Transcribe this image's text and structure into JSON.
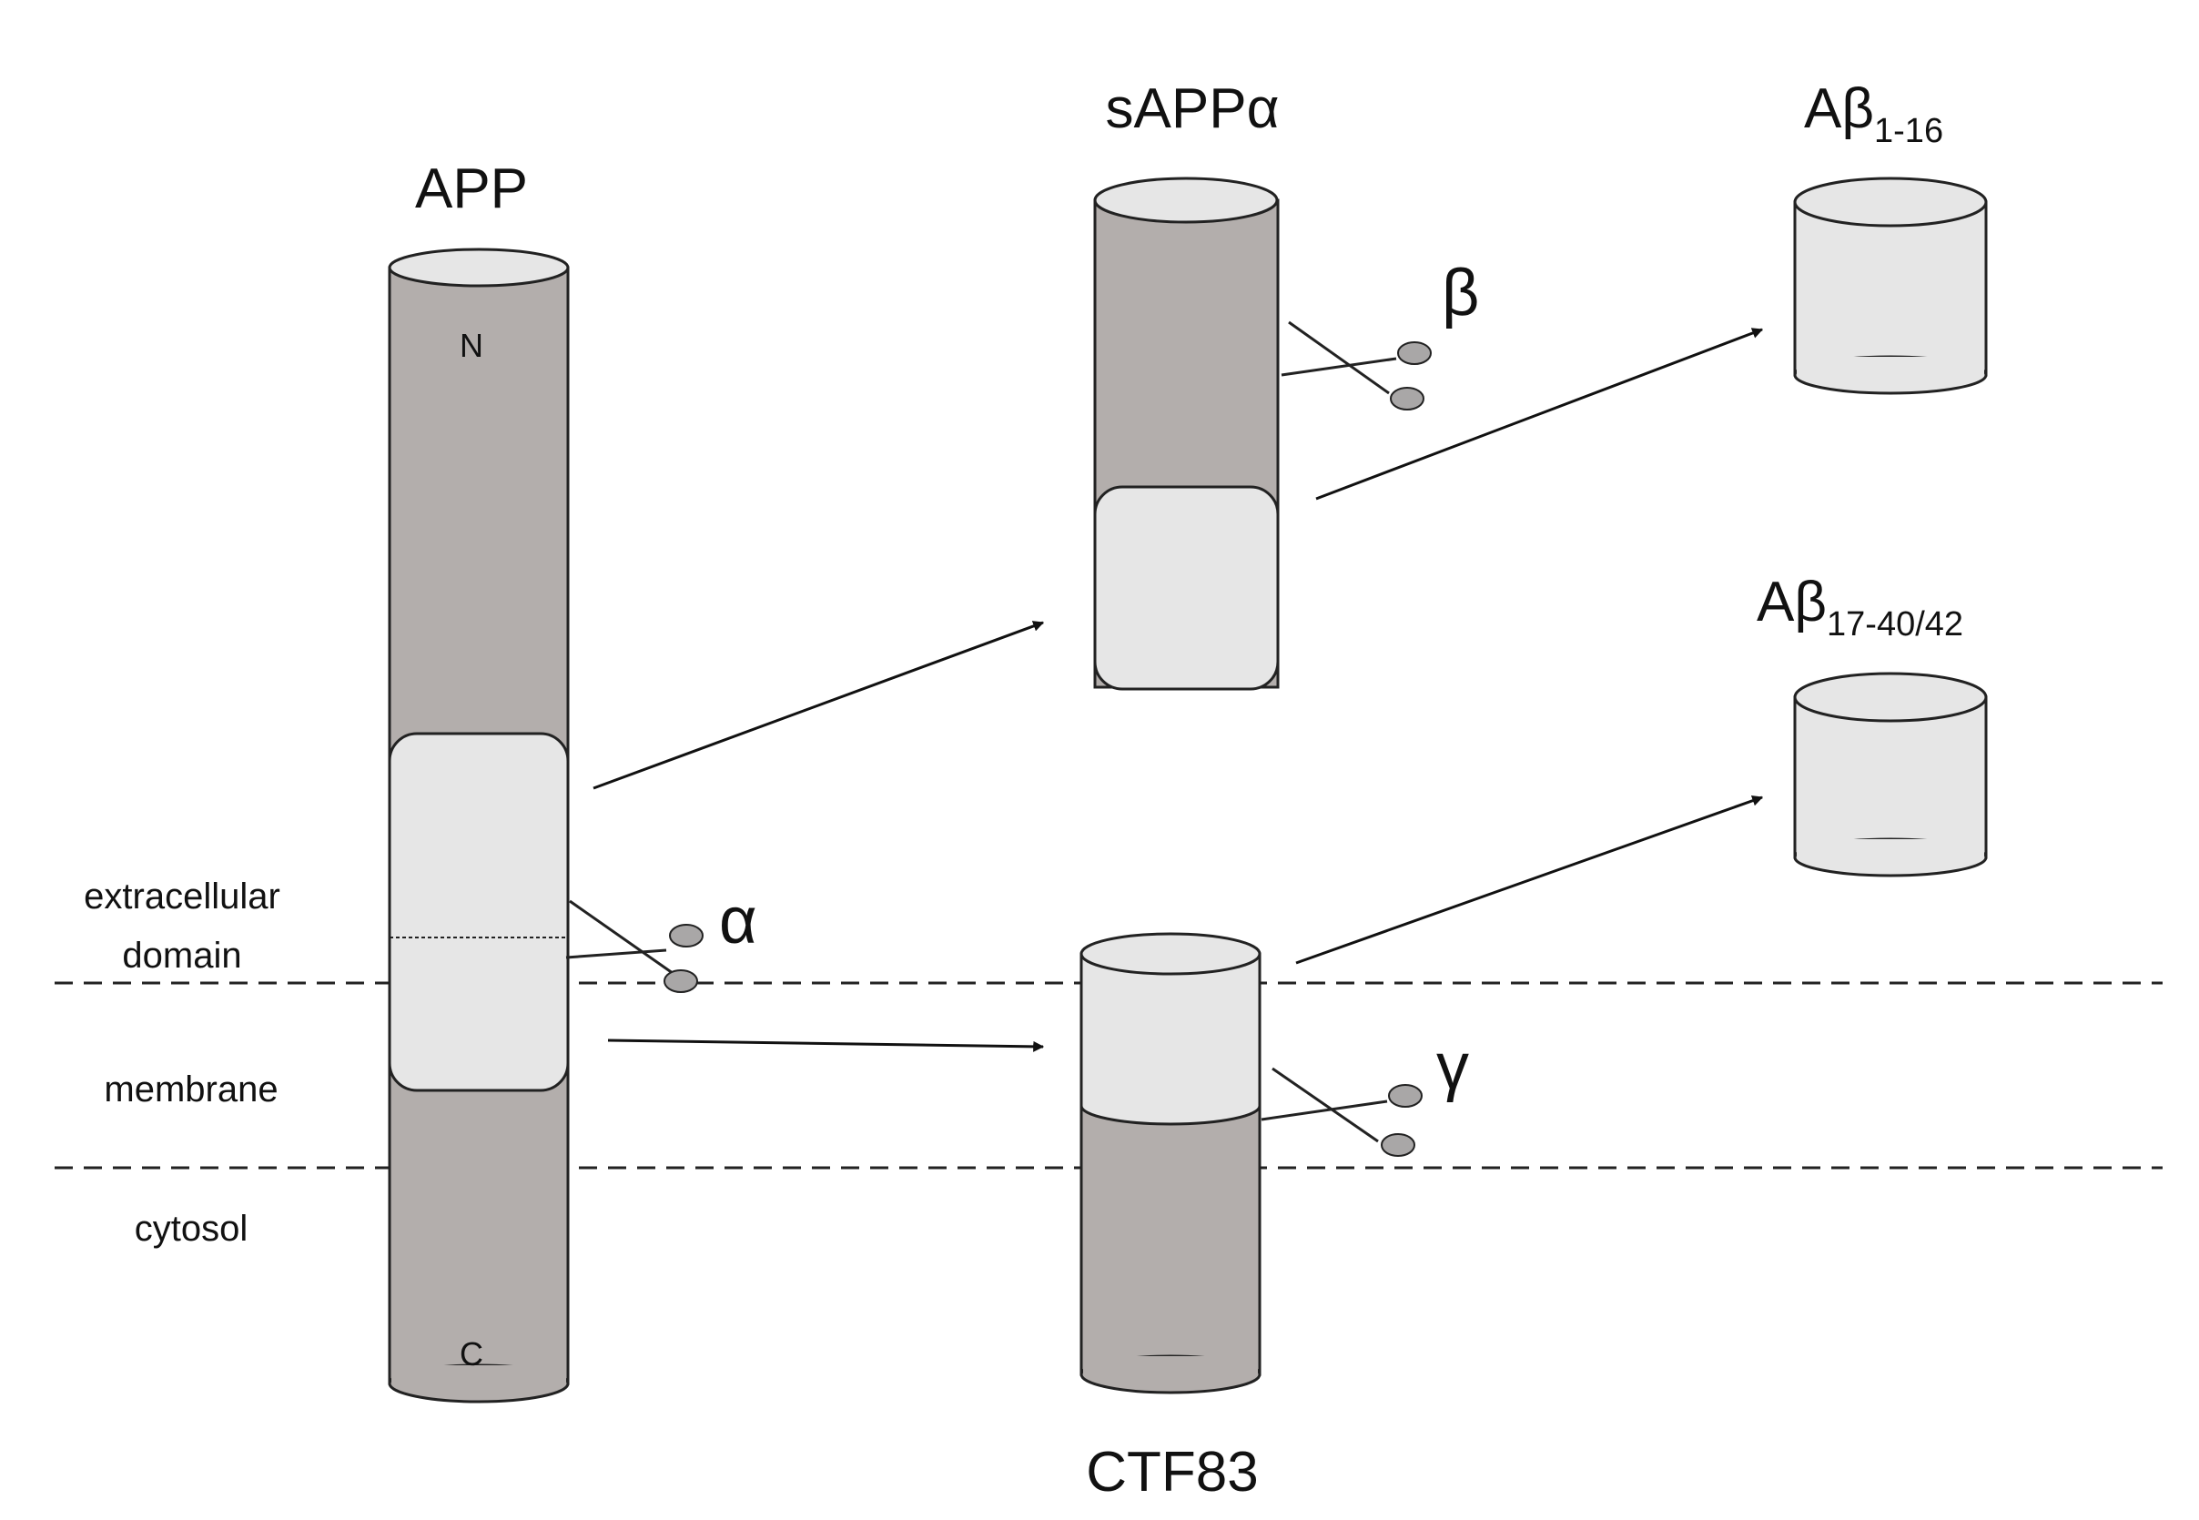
{
  "proteins": {
    "app": {
      "label": "APP",
      "n_terminus": "N",
      "c_terminus": "C"
    },
    "sappa": {
      "label": "sAPPα"
    },
    "ctf83": {
      "label": "CTF83"
    },
    "ab_1_16": {
      "label_main": "Aβ",
      "label_sub": "1-16"
    },
    "ab_17_40_42": {
      "label_main": "Aβ",
      "label_sub": "17-40/42"
    }
  },
  "regions": {
    "extracellular_line1": "extracellular",
    "extracellular_line2": "domain",
    "membrane": "membrane",
    "cytosol": "cytosol"
  },
  "enzymes": {
    "alpha": "α",
    "beta": "β",
    "gamma": "γ"
  },
  "colors": {
    "dark_segment": "#b3aeac",
    "light_segment": "#e6e6e6",
    "outline": "#222222",
    "scissor_handle": "#a9a7a7"
  }
}
